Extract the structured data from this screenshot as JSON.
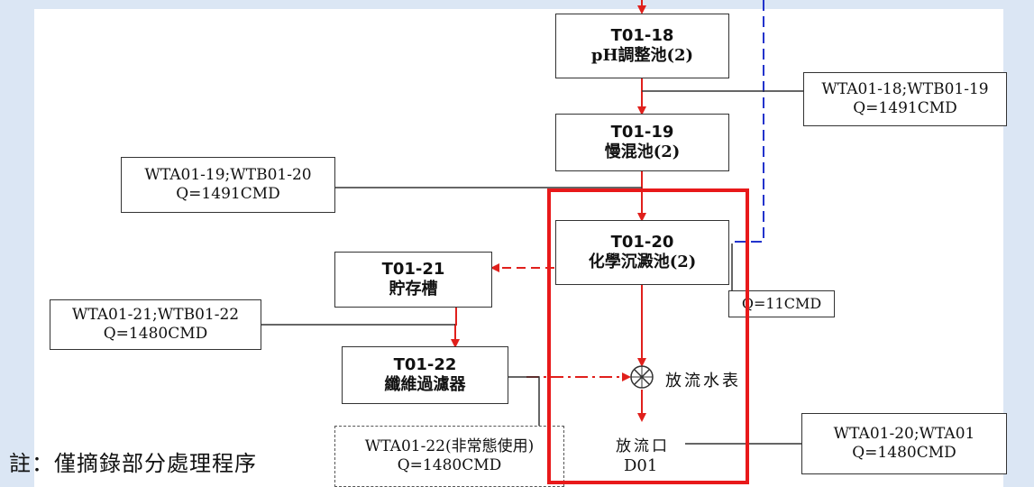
{
  "units": {
    "t01_18": {
      "code": "T01-18",
      "name": "pH調整池(2)"
    },
    "t01_19": {
      "code": "T01-19",
      "name": "慢混池(2)"
    },
    "t01_20": {
      "code": "T01-20",
      "name": "化學沉澱池(2)"
    },
    "t01_21": {
      "code": "T01-21",
      "name": "貯存槽"
    },
    "t01_22": {
      "code": "T01-22",
      "name": "纖維過濾器"
    }
  },
  "tags": {
    "wta01_18": {
      "ids": "WTA01-18;WTB01-19",
      "flow": "Q=1491CMD"
    },
    "wta01_19": {
      "ids": "WTA01-19;WTB01-20",
      "flow": "Q=1491CMD"
    },
    "wta01_21": {
      "ids": "WTA01-21;WTB01-22",
      "flow": "Q=1480CMD"
    },
    "wta01_22": {
      "ids": "WTA01-22(非常態使用)",
      "flow": "Q=1480CMD"
    },
    "wta01_20": {
      "ids": "WTA01-20;WTA01",
      "flow": "Q=1480CMD"
    }
  },
  "sludge_flow": "Q=11CMD",
  "meter_label": "放流水表",
  "outlet": {
    "name": "放流口",
    "code": "D01"
  },
  "note": "註：僅摘錄部分處理程序",
  "colors": {
    "flow_red": "#e0201c",
    "dashed_blue": "#2233cc",
    "highlight": "#e8191a"
  }
}
